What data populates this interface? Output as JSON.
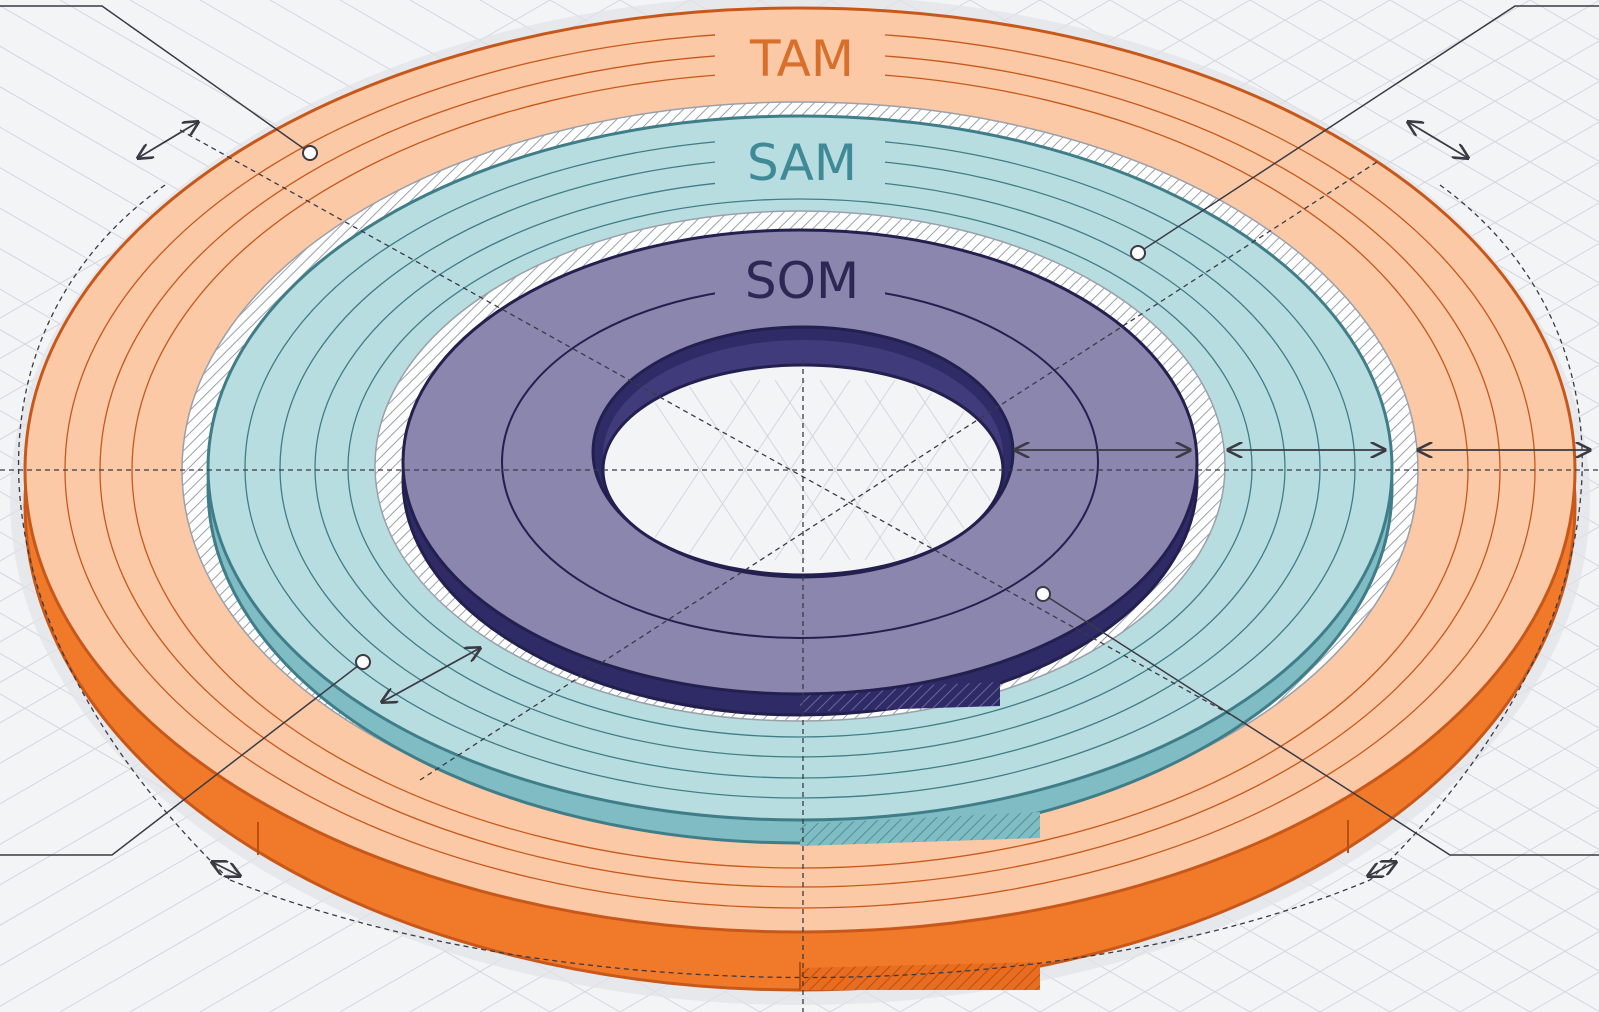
{
  "labels": {
    "tam": "TAM",
    "sam": "SAM",
    "som": "SOM"
  },
  "colors": {
    "background": "#f3f4f6",
    "grid": "#c9ccd3",
    "tam_top": "#fbc9a6",
    "tam_side": "#f07a2a",
    "tam_edge": "#c8581a",
    "tam_text": "#d8702c",
    "sam_top": "#b8dde0",
    "sam_side": "#7fbcc3",
    "sam_edge": "#3f7d88",
    "sam_text": "#3f8a96",
    "som_top": "#8a86ad",
    "som_side": "#2e2b66",
    "som_edge": "#23204f",
    "som_text": "#2b2856",
    "line": "#3a3a44"
  },
  "icons": {
    "callout_marker": "circle-marker-icon",
    "dimension_arrow": "double-arrow-icon"
  }
}
